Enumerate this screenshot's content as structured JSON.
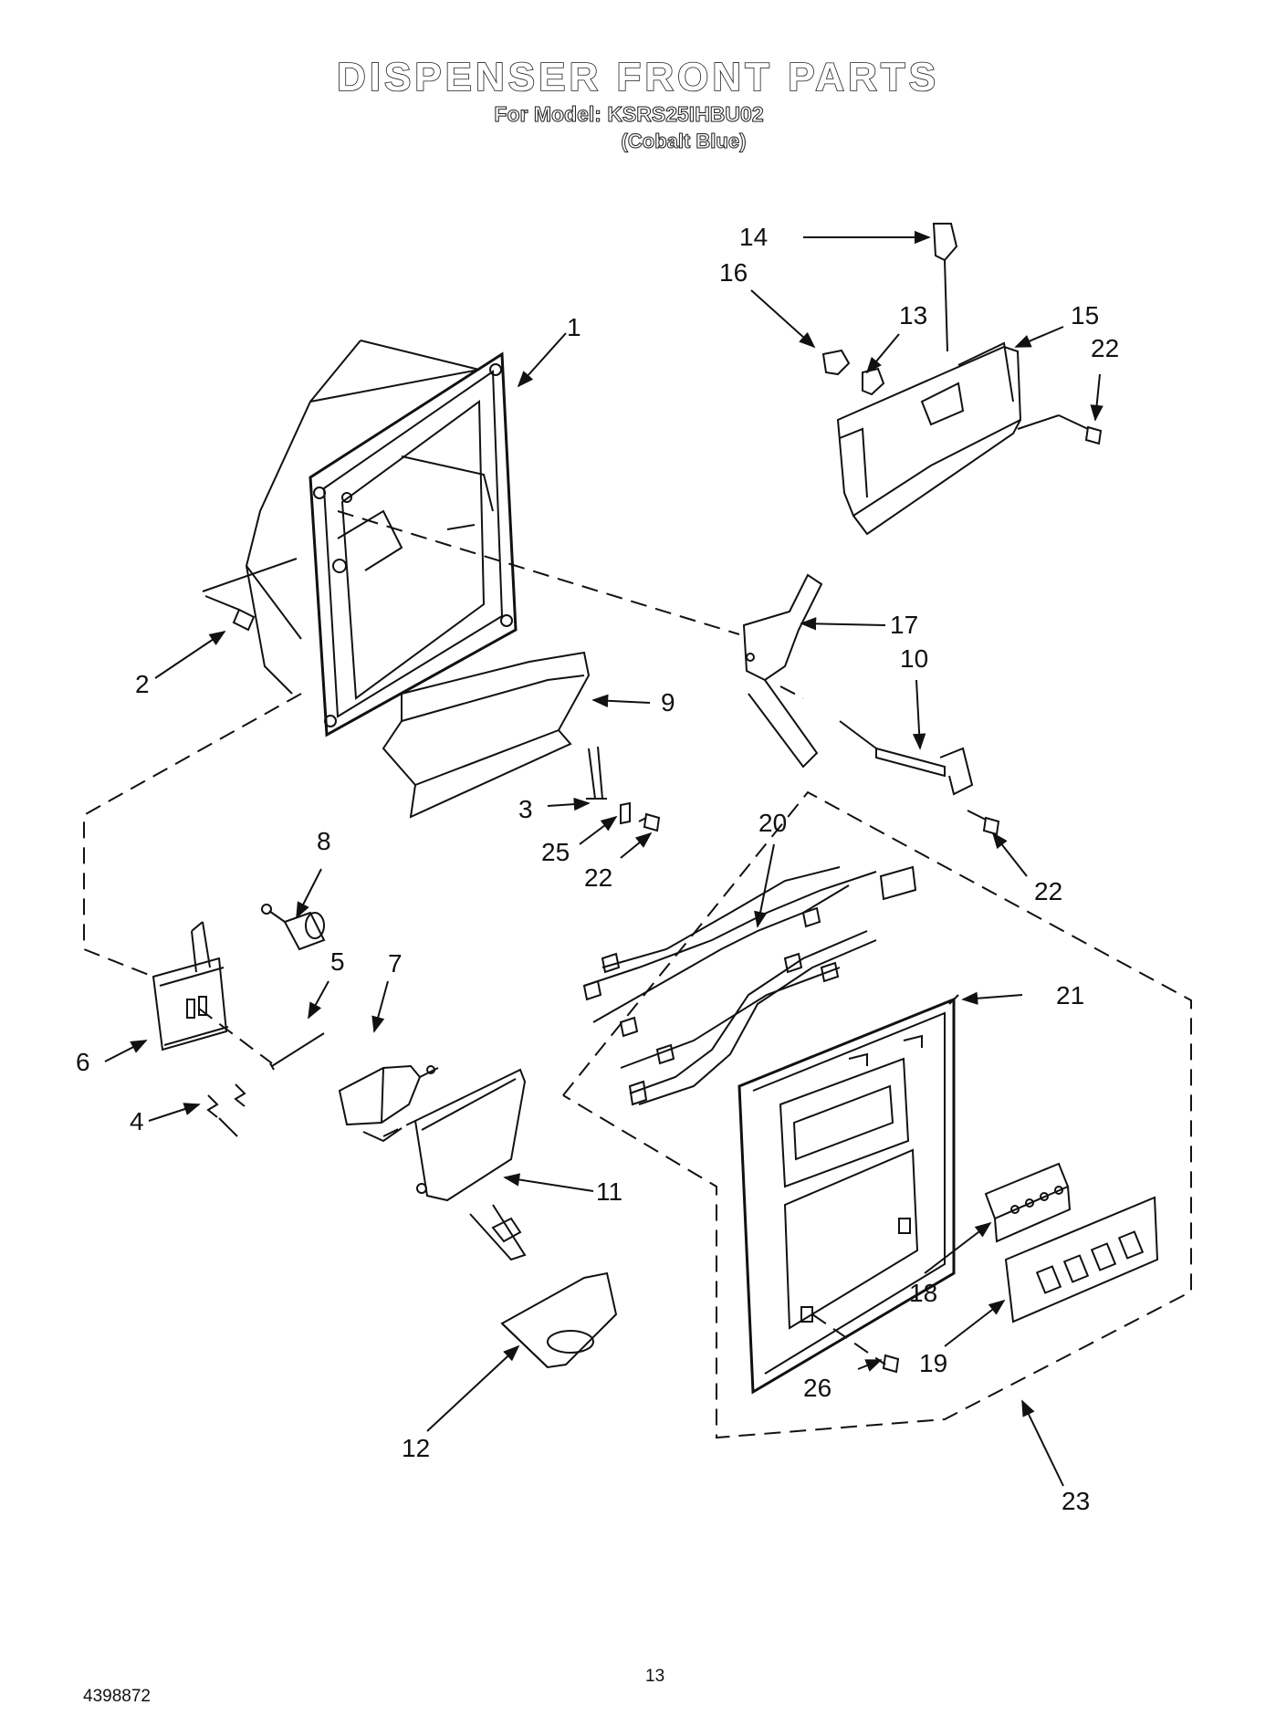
{
  "header": {
    "title": "DISPENSER FRONT PARTS",
    "model_line": "For Model: KSRS25IHBU02",
    "color_line": "(Cobalt Blue)"
  },
  "callouts": {
    "c1": "1",
    "c2": "2",
    "c3": "3",
    "c4": "4",
    "c5": "5",
    "c6": "6",
    "c7": "7",
    "c8": "8",
    "c9": "9",
    "c10": "10",
    "c11": "11",
    "c12": "12",
    "c13": "13",
    "c14": "14",
    "c15": "15",
    "c16": "16",
    "c17": "17",
    "c18": "18",
    "c19": "19",
    "c20": "20",
    "c21": "21",
    "c22a": "22",
    "c22b": "22",
    "c22c": "22",
    "c23": "23",
    "c25": "25",
    "c26": "26"
  },
  "footer": {
    "doc_number": "4398872",
    "page_number": "13"
  }
}
